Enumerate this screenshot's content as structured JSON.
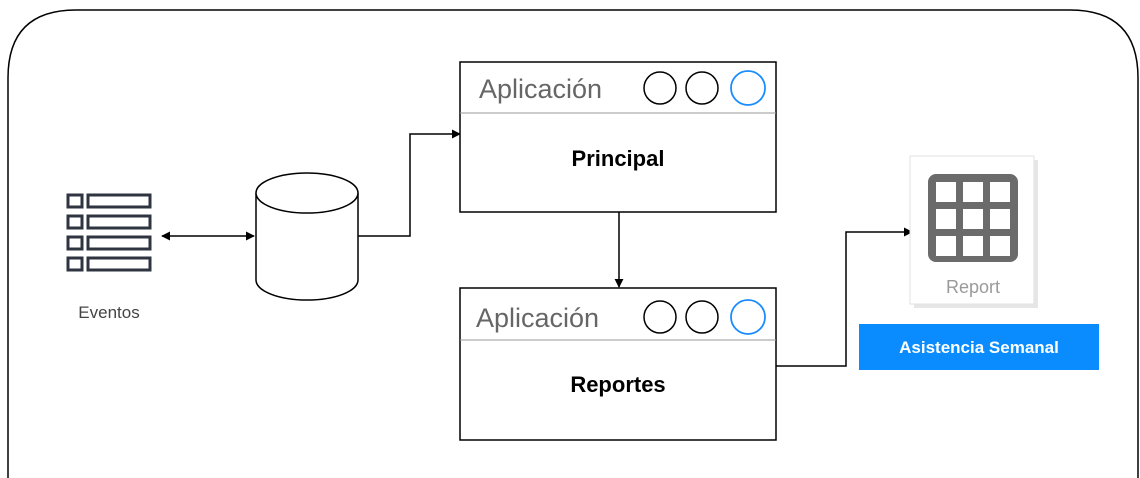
{
  "events": {
    "label": "Eventos",
    "icon": "table-list-icon"
  },
  "database": {
    "icon": "database-cylinder-icon"
  },
  "app_principal": {
    "title": "Aplicación",
    "name": "Principal",
    "icons": [
      "circle-icon",
      "circle-icon",
      "circle-blue-icon"
    ]
  },
  "app_reportes": {
    "title": "Aplicación",
    "name": "Reportes",
    "icons": [
      "circle-icon",
      "circle-icon",
      "circle-blue-icon"
    ]
  },
  "report": {
    "label": "Report",
    "icon": "grid-report-icon",
    "badge": "Asistencia Semanal"
  },
  "colors": {
    "accent": "#1a8cff",
    "badge_bg": "#0a8cff",
    "icon_dark": "#2e3440",
    "report_grid": "#6b6b6b"
  }
}
